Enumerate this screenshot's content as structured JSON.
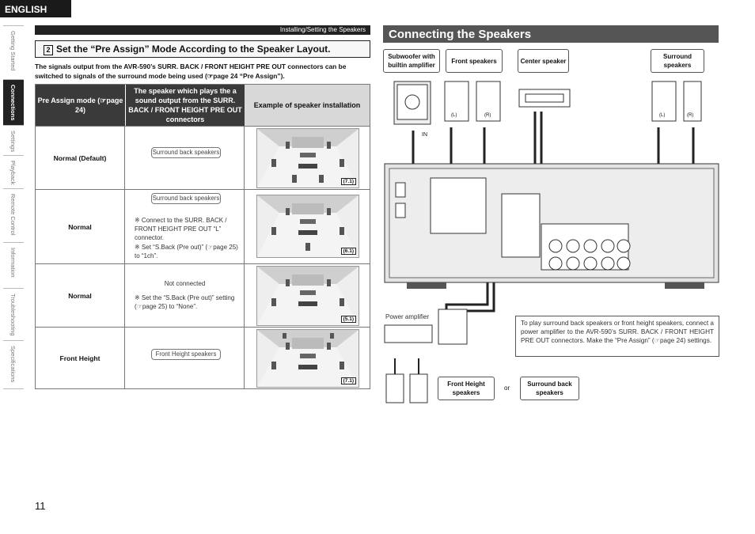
{
  "language_tab": "ENGLISH",
  "side_nav": [
    "Getting Started",
    "Connections",
    "Settings",
    "Playback",
    "Remote Control",
    "Information",
    "Troubleshooting",
    "Specifications"
  ],
  "header_bar": "Installing/Setting the Speakers",
  "section": {
    "number": "2",
    "title": "Set the “Pre Assign” Mode According to the Speaker Layout.",
    "intro": "The signals output from the AVR-590’s SURR. BACK / FRONT HEIGHT PRE OUT connectors can be switched to signals of the surround mode being used (☞page 24 “Pre Assign”)."
  },
  "table": {
    "headers": [
      "Pre Assign mode (☞page 24)",
      "The speaker which plays the a sound output from the SURR. BACK / FRONT HEIGHT PRE OUT connectors",
      "Example of speaker installation"
    ],
    "rows": [
      {
        "mode": "Normal (Default)",
        "speaker": "Surround back speakers",
        "notes": [],
        "config": "(7.1)"
      },
      {
        "mode": "Normal",
        "speaker": "Surround back speakers",
        "notes": [
          "※ Connect to the SURR. BACK / FRONT HEIGHT PRE OUT “L” connector.",
          "※ Set “S.Back (Pre out)” (☞page 25) to “1ch”."
        ],
        "config": "(6.1)"
      },
      {
        "mode": "Normal",
        "speaker": "Not connected",
        "notes": [
          "※ Set the “S.Back (Pre out)” setting (☞page 25) to “None”."
        ],
        "config": "(5.1)"
      },
      {
        "mode": "Front Height",
        "speaker": "Front Height speakers",
        "notes": [],
        "config": "(7.1)"
      }
    ]
  },
  "right": {
    "title": "Connecting the Speakers",
    "labels": {
      "subwoofer": "Subwoofer with builtin amplifier",
      "front": "Front speakers",
      "center": "Center speaker",
      "surround": "Surround speakers",
      "front_height": "Front Height speakers",
      "surround_back": "Surround back speakers",
      "or": "or",
      "power_amp": "Power amplifier",
      "in": "IN",
      "l": "(L)",
      "r": "(R)"
    },
    "note": "To play surround back speakers or front height speakers, connect a power amplifier to the AVR-590’s SURR. BACK / FRONT HEIGHT PRE OUT connectors. Make the “Pre Assign” (☞page 24) settings."
  },
  "page_number": "11"
}
